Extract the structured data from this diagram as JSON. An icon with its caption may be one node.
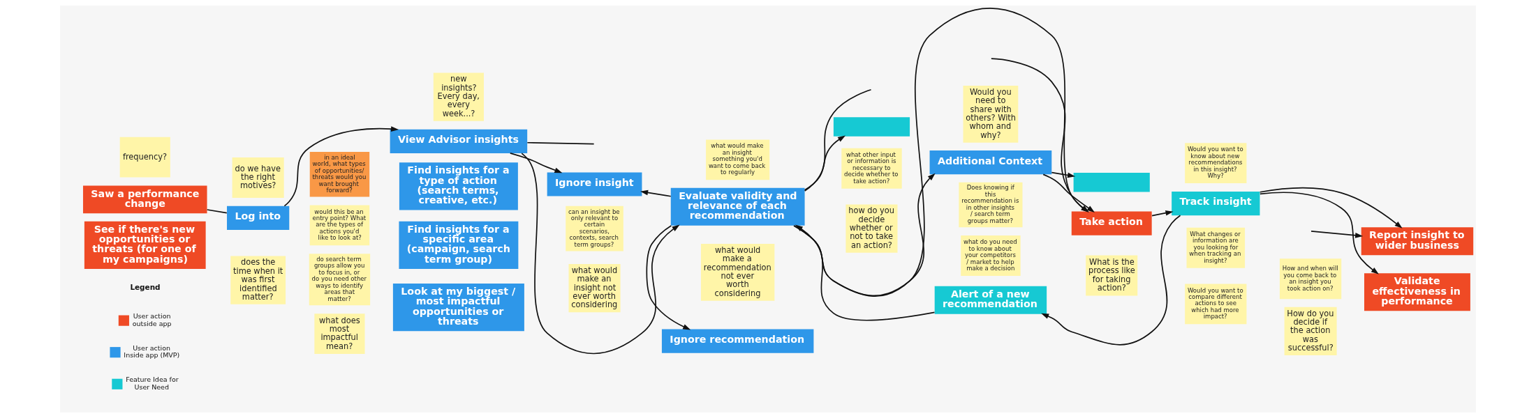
{
  "diagram": {
    "nodes": [
      {
        "text": [
          "frequency?"
        ]
      },
      {
        "text": [
          "do we have the right motives?"
        ]
      },
      {
        "text": [
          "Saw a performance change"
        ]
      },
      {
        "text": [
          "See if there's new opportunities or threats (for one of my campaigns)"
        ]
      },
      {
        "text": [
          "in an ideal world, what types of opportunities/ threats would you want brought forward?"
        ]
      },
      {
        "text": [
          "new insights? Every day, every week...?"
        ]
      },
      {
        "text": [
          "Log into"
        ]
      },
      {
        "text": [
          "View Advisor insights"
        ]
      },
      {
        "text": [
          "would this be an entry point? What are the types of actions you'd like to look at?"
        ]
      },
      {
        "text": [
          "Find insights for a type of action (search terms, creative, etc.)"
        ]
      },
      {
        "text": [
          "do search term groups allow you to focus in, or do you need other ways to identify areas that matter?"
        ]
      },
      {
        "text": [
          "Find insights for a specific area (campaign, search term group)"
        ]
      },
      {
        "text": [
          "does the time when it was first identified matter?"
        ]
      },
      {
        "text": [
          "what does most impactful mean?"
        ]
      },
      {
        "text": [
          "Look at my biggest / most impactful opportunities or threats"
        ]
      },
      {
        "text": [
          "Ignore insight"
        ]
      },
      {
        "text": [
          "can an insight be only relevant to certain scenarios, contexts, search term groups?"
        ]
      },
      {
        "text": [
          "what would make an insight not ever worth considering"
        ]
      },
      {
        "text": [],
        "shape": "box"
      },
      {
        "text": [
          "what would make an insight something you'd want to come back to regularly"
        ]
      },
      {
        "text": [
          "Evaluate validity and relevance of each recommendation"
        ]
      },
      {
        "text": [
          "what other input or information is necessary to decide whether to take action?"
        ]
      },
      {
        "text": [
          "how do you decide whether or not to take an action?"
        ]
      },
      {
        "text": [
          "what would make a recommendation not ever worth considering"
        ]
      },
      {
        "text": [
          "Ignore recommendation"
        ]
      },
      {
        "text": [],
        "shape": "box"
      },
      {
        "text": [
          "Would you need to share with others? With whom and why?"
        ]
      },
      {
        "text": [
          "Additional Context"
        ]
      },
      {
        "text": [
          "Does knowing if this recommendation is in other insights / search term groups matter?"
        ]
      },
      {
        "text": [
          "what do you need to know about your competitors / market to help make a decision"
        ]
      },
      {
        "text": [
          "Alert of a new recommendation"
        ]
      },
      {
        "text": [
          "Take action"
        ]
      },
      {
        "text": [
          "What is the process like for taking action?"
        ]
      },
      {
        "text": [
          "Would you want to know about new recommendations in this insight? Why?"
        ]
      },
      {
        "text": [
          "How and when will you come back to an insight you took action on?"
        ]
      },
      {
        "text": [
          "Track insight"
        ]
      },
      {
        "text": [
          "What changes or information are you looking for when tracking an insight?"
        ]
      },
      {
        "text": [
          "How do you decide if the action was successful?"
        ]
      },
      {
        "text": [
          "Would you want to compare different actions to see which had more impact?"
        ]
      },
      {
        "text": [
          "Report insight to wider business"
        ]
      },
      {
        "text": [
          "Validate effectiveness in performance"
        ]
      }
    ],
    "edges": [
      {
        "from": 2,
        "to": 6,
        "arrow": "none"
      },
      {
        "from": 6,
        "to": 7,
        "arrow": "to"
      },
      {
        "from": 7,
        "to": 20,
        "arrow": "to"
      },
      {
        "from": 7,
        "to": null,
        "arrow": "none"
      },
      {
        "from": 7,
        "to": 15,
        "arrow": "to"
      },
      {
        "from": 20,
        "to": 15,
        "arrow": "to"
      },
      {
        "from": 20,
        "to": 18,
        "arrow": "to"
      },
      {
        "from": 20,
        "to": null,
        "arrow": "none"
      },
      {
        "from": 20,
        "to": 24,
        "arrow": "to"
      },
      {
        "from": 20,
        "to": 27,
        "arrow": "to"
      },
      {
        "from": 27,
        "to": 25,
        "arrow": "to"
      },
      {
        "from": 27,
        "to": 31,
        "arrow": "to"
      },
      {
        "from": 20,
        "to": 31,
        "arrow": "to"
      },
      {
        "from": null,
        "to": 31,
        "arrow": "to"
      },
      {
        "from": 31,
        "to": 35,
        "arrow": "to"
      },
      {
        "from": 35,
        "to": 39,
        "arrow": "to"
      },
      {
        "from": null,
        "to": 39,
        "arrow": "to"
      },
      {
        "from": 35,
        "to": 40,
        "arrow": "to"
      },
      {
        "from": 35,
        "to": 30,
        "arrow": "to"
      },
      {
        "from": 30,
        "to": 20,
        "arrow": "to"
      }
    ],
    "labels": [
      "Legend"
    ],
    "legend": [
      {
        "text": "User action outside app",
        "color": "#ef4a25"
      },
      {
        "text": "User action Inside app (MVP)",
        "color": "#2e97e9"
      },
      {
        "text": "Feature Idea for User Need",
        "color": "#16c9d3"
      }
    ]
  }
}
